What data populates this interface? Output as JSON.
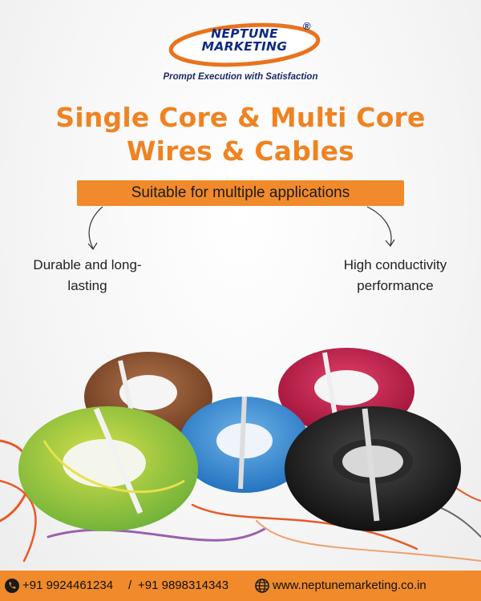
{
  "brand": {
    "name_line1": "NEPTUNE",
    "name_line2": "MARKETING",
    "registered_mark": "®",
    "tagline": "Prompt Execution with Satisfaction"
  },
  "headline": {
    "line1": "Single Core & Multi Core",
    "line2": "Wires & Cables"
  },
  "banner": {
    "text": "Suitable for multiple applications"
  },
  "features": {
    "left": {
      "line1": "Durable and long-",
      "line2": "lasting"
    },
    "right": {
      "line1": "High conductivity",
      "line2": "performance"
    }
  },
  "footer": {
    "phone1": "+91 9924461234",
    "separator": "/",
    "phone2": "+91 9898314343",
    "website": "www.neptunemarketing.co.in"
  },
  "colors": {
    "accent_orange": "#f08a2a",
    "headline_orange": "#ef8322",
    "brand_blue": "#0d2a84",
    "logo_ring": "#e8731c"
  },
  "icons": {
    "footer_phone": "phone-icon",
    "footer_web": "globe-icon"
  }
}
